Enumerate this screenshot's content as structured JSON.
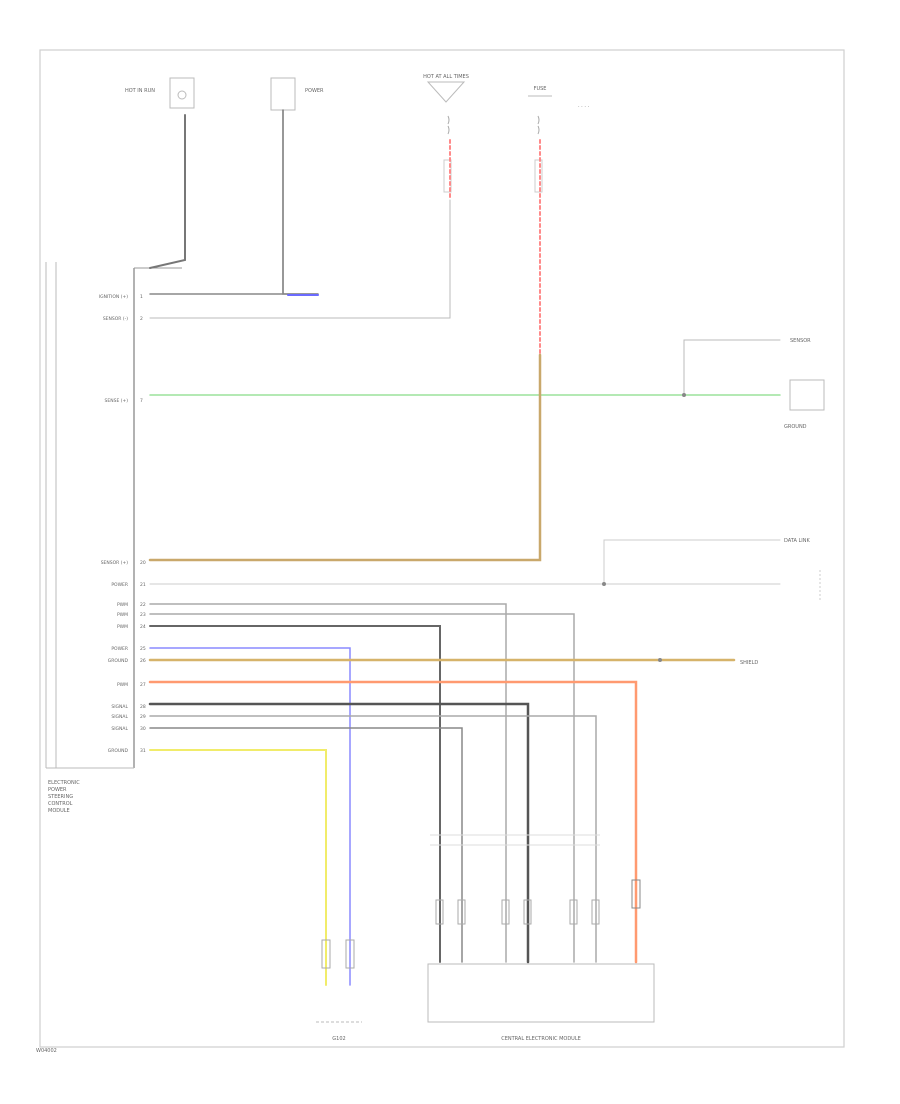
{
  "diagram": {
    "footer_code": "W04002",
    "module": {
      "label_lines": [
        "ELECTRONIC",
        "POWER",
        "STEERING",
        "CONTROL",
        "MODULE"
      ],
      "pins": [
        {
          "pin": "1",
          "label": "IGNITION (+)"
        },
        {
          "pin": "2",
          "label": "SENSOR (-)"
        },
        {
          "pin": "7",
          "label": "SENSE (+)"
        },
        {
          "pin": "20",
          "label": "SENSOR (+)"
        },
        {
          "pin": "21",
          "label": "POWER"
        },
        {
          "pin": "22",
          "label": "PWM"
        },
        {
          "pin": "23",
          "label": "PWM"
        },
        {
          "pin": "24",
          "label": "PWM"
        },
        {
          "pin": "25",
          "label": "POWER"
        },
        {
          "pin": "26",
          "label": "GROUND"
        },
        {
          "pin": "27",
          "label": "PWM"
        },
        {
          "pin": "28",
          "label": "SIGNAL"
        },
        {
          "pin": "29",
          "label": "SIGNAL"
        },
        {
          "pin": "30",
          "label": "SIGNAL"
        },
        {
          "pin": "31",
          "label": "GROUND"
        }
      ]
    },
    "top_components": [
      {
        "label": "HOT IN RUN"
      },
      {
        "label": "POWER"
      },
      {
        "label": "HOT AT ALL TIMES"
      },
      {
        "label": "FUSE"
      }
    ],
    "right_labels": [
      "SENSOR",
      "GROUND",
      "DATA LINK",
      "SHIELD"
    ],
    "bottom_boxes": [
      {
        "label": "G102"
      },
      {
        "label": "CENTRAL ELECTRONIC MODULE"
      }
    ]
  }
}
